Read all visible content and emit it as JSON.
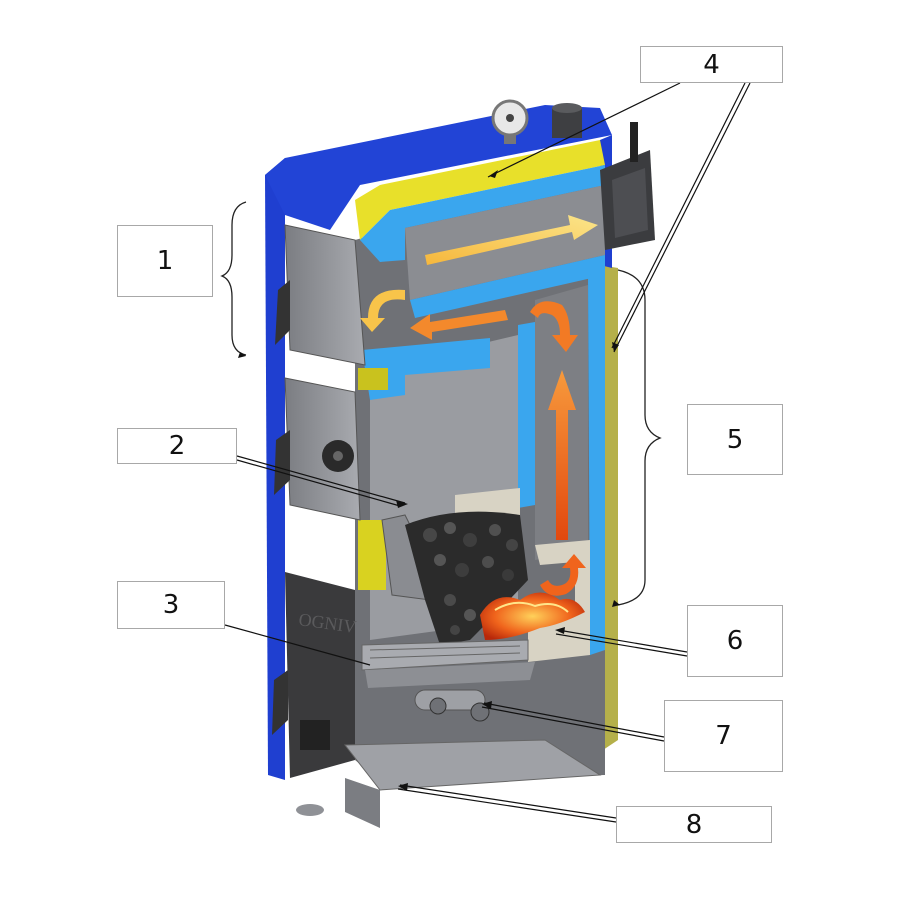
{
  "labels": {
    "l1": "1",
    "l2": "2",
    "l3": "3",
    "l4": "4",
    "l5": "5",
    "l6": "6",
    "l7": "7",
    "l8": "8"
  },
  "stamp_text": "OGNIV",
  "colors": {
    "casing_blue": "#1f3fd0",
    "water_jacket": "#3aa6ee",
    "insulation_yellow": "#e8e02a",
    "insulation_olive": "#b5b04a",
    "steel_grey": "#8d8f94",
    "flame_orange": "#f26a1e",
    "flue_gas_yellow": "#f8c44a",
    "coal": "#2b2b2b"
  }
}
